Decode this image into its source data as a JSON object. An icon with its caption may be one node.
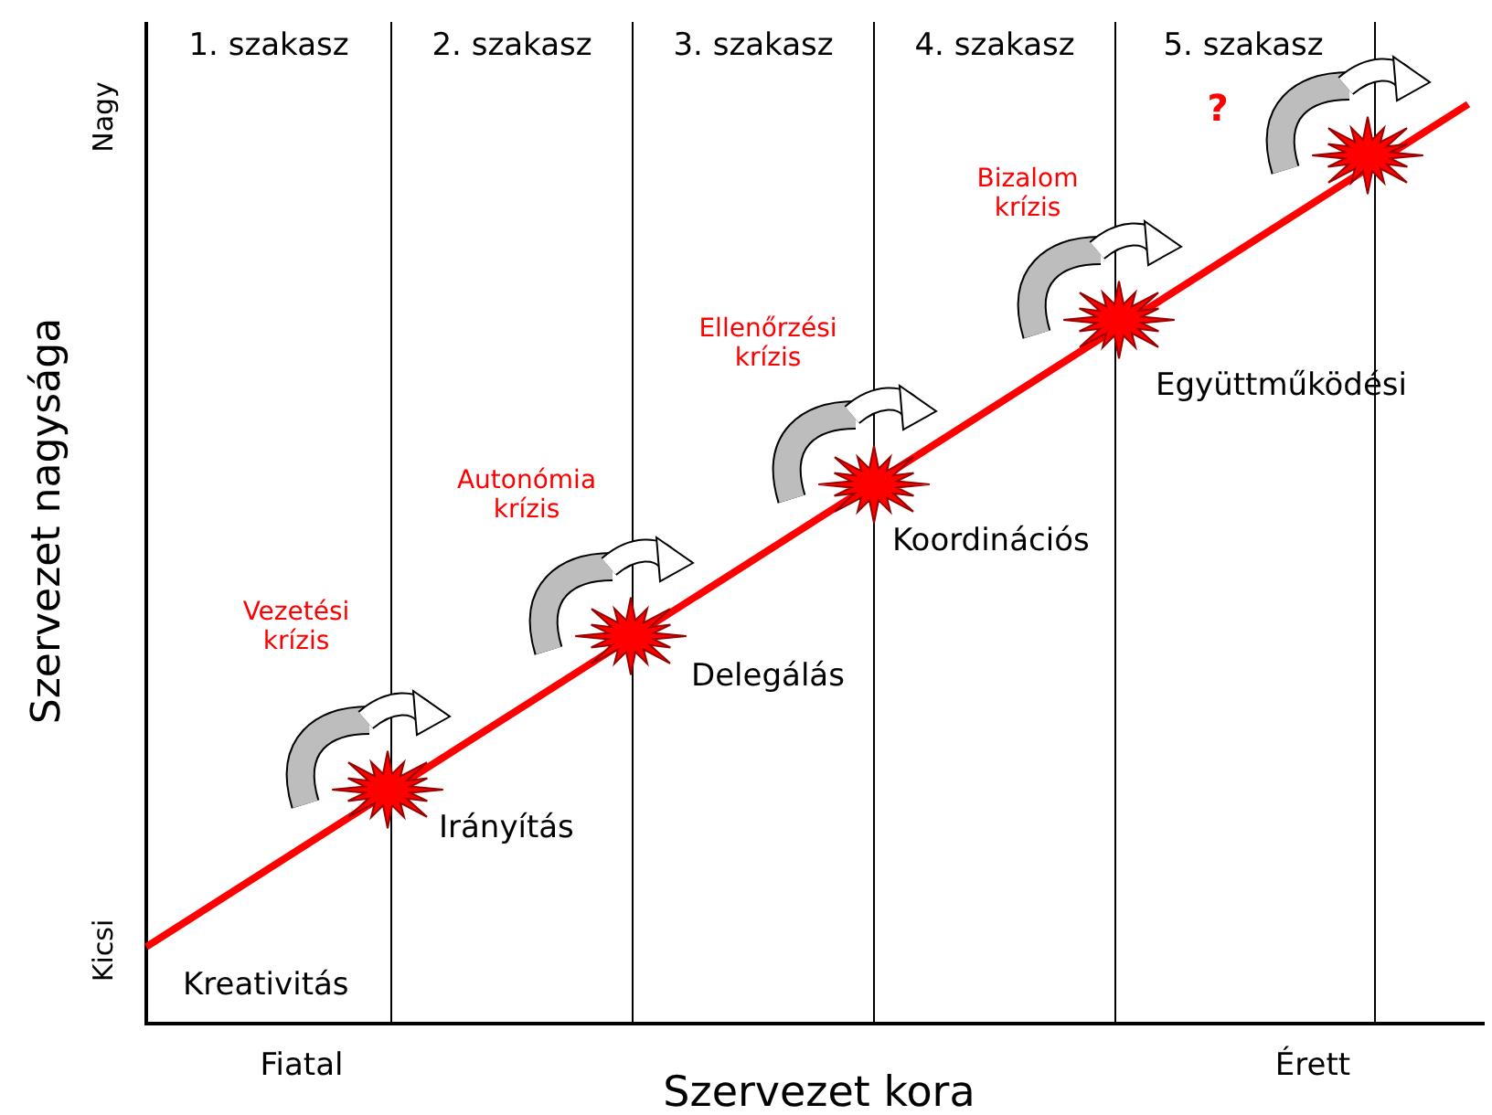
{
  "diagram": {
    "labels": [
      "1. szakasz",
      "2. szakasz",
      "3. szakasz",
      "4. szakasz",
      "5. szakasz",
      "Nagy",
      "?",
      "Bizalom krízis",
      "Ellenőrzési krízis",
      "Együttműködési",
      "Autonómia krízis",
      "Koordinációs",
      "Szervezet nagysága",
      "Vezetési krízis",
      "Delegálás",
      "Irányítás",
      "Kicsi",
      "Kreativitás",
      "Fiatal",
      "Érett",
      "Szervezet kora"
    ]
  }
}
